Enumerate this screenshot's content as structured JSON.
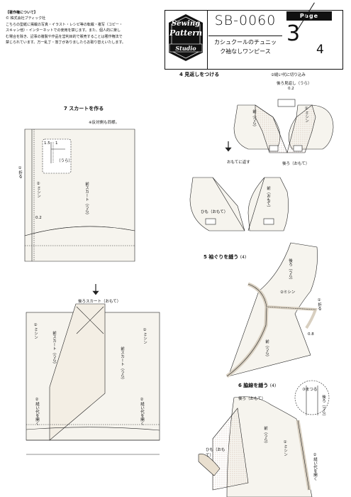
{
  "copyright": {
    "heading": "【著作権について】",
    "company": "© 株式会社ブティック社",
    "lines": [
      "こちらの型紙に掲載の写真・イラスト・レシピ等の転載・複写（コピー・",
      "スキャン他）・インターネットでの使用を禁じます。また、個人的に楽し",
      "む場合を除き、記事の複製や作品を営利目的で販売することは著作権法で",
      "禁じられています。万一乱丁・落丁がありましたらお取り替えいたします。"
    ]
  },
  "brand": {
    "line1": "Sewing",
    "line2": "Pattern",
    "line3": "Studio"
  },
  "product": {
    "code": "SB-0060",
    "title_line1": "カシュクールのチュニッ",
    "title_line2": "ク袖なしワンピース"
  },
  "page": {
    "label": "Page",
    "current": "3",
    "total": "4"
  },
  "step7": {
    "heading": "7 スカートを作る",
    "note": "※反対側も同様。",
    "fold": "①折る",
    "sew": "②ミシン",
    "front_skirt": "前スカート（うら）",
    "dim_a": "1.5",
    "dim_b": "1",
    "ura": "（うら）",
    "seam": "0.2",
    "back_skirt": "後ろスカート（おもて）",
    "front_skirt_2": "前スカート（うら）",
    "front_skirt_3": "前スカート（うら）",
    "sew_left": "①ミシン",
    "sew_right": "①ミシン",
    "open_left": "②縫い代を開く",
    "open_right": "②縫い代を開く"
  },
  "step4": {
    "heading": "4 見返しをつける",
    "cut": "②縫い代に切り込み",
    "facing": "後ろ見返し（うら）",
    "seam": "0.2",
    "front": "前（うら）",
    "sew": "①ミシン",
    "back": "後ろ（おもて）",
    "turn": "おもてに返す",
    "front_omote": "前（おもて）",
    "tie": "ひも（おもて）"
  },
  "step5": {
    "heading": "5 袖ぐりを縫う",
    "heading_sub": "(4)",
    "back": "後ろ（うら）",
    "sew": "②ミシン",
    "fold": "①折る",
    "seam": "0.8",
    "front": "前（うら）"
  },
  "step6": {
    "heading": "6 脇線を縫う",
    "heading_sub": "(4)",
    "back": "後ろ（おもて）",
    "sew": "①ミシン",
    "front": "前（うら）",
    "tie": "ひも（おもて）",
    "open": "②縫い代を開く",
    "tuck": "③まつる",
    "back_ura": "後ろ（うら）"
  }
}
